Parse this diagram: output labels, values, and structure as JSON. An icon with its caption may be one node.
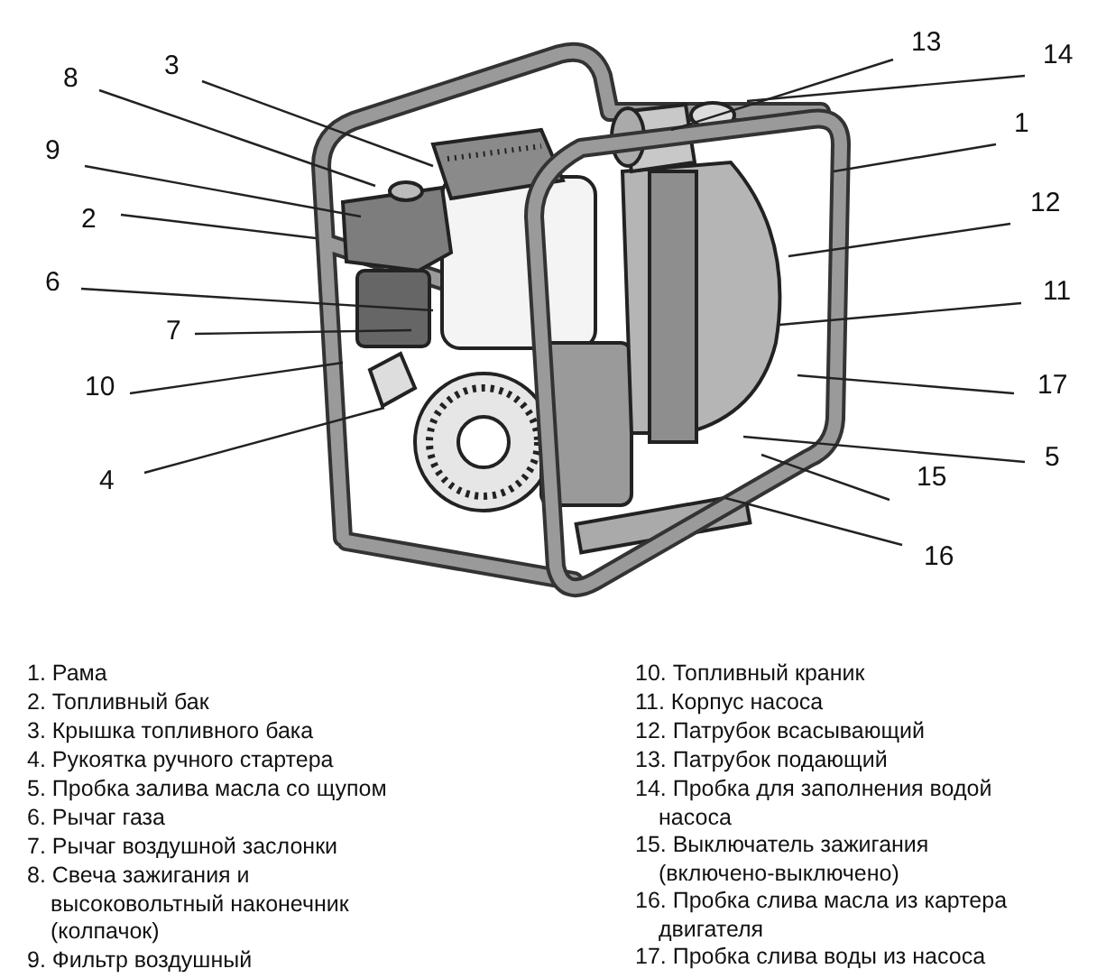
{
  "diagram": {
    "nodes": [
      {
        "text": [
          "13"
        ]
      },
      {
        "text": [
          "3"
        ]
      },
      {
        "text": [
          "14"
        ]
      },
      {
        "text": [
          "8"
        ]
      },
      {
        "text": [
          "1"
        ]
      },
      {
        "text": [
          "9"
        ]
      },
      {
        "text": [
          "12"
        ]
      },
      {
        "text": [
          "2"
        ]
      },
      {
        "text": [
          "6"
        ]
      },
      {
        "text": [
          "11"
        ]
      },
      {
        "text": [
          "7"
        ]
      },
      {
        "text": [
          "17"
        ]
      },
      {
        "text": [
          "10"
        ]
      },
      {
        "text": [
          "4"
        ]
      },
      {
        "text": [
          "5"
        ]
      },
      {
        "text": [
          "15"
        ]
      },
      {
        "text": [
          "16"
        ]
      }
    ],
    "edges": [
      {
        "from": 0,
        "to": null,
        "arrow": "none"
      },
      {
        "from": 1,
        "to": null,
        "arrow": "none"
      },
      {
        "from": 2,
        "to": null,
        "arrow": "none"
      },
      {
        "from": 3,
        "to": null,
        "arrow": "none"
      },
      {
        "from": 4,
        "to": null,
        "arrow": "none"
      },
      {
        "from": 5,
        "to": null,
        "arrow": "none"
      },
      {
        "from": 6,
        "to": null,
        "arrow": "none"
      },
      {
        "from": 7,
        "to": null,
        "arrow": "none"
      },
      {
        "from": 8,
        "to": null,
        "arrow": "none"
      },
      {
        "from": 9,
        "to": null,
        "arrow": "none"
      },
      {
        "from": 10,
        "to": null,
        "arrow": "none"
      },
      {
        "from": 11,
        "to": null,
        "arrow": "none"
      },
      {
        "from": 12,
        "to": null,
        "arrow": "none"
      },
      {
        "from": 13,
        "to": null,
        "arrow": "none"
      },
      {
        "from": 14,
        "to": null,
        "arrow": "none"
      },
      {
        "from": 15,
        "to": null,
        "arrow": "none"
      },
      {
        "from": 16,
        "to": null,
        "arrow": "none"
      }
    ],
    "labels": [
      "1. Рама",
      "2. Топливный бак",
      "3. Крышка топливного бака",
      "4. Рукоятка ручного стартера",
      "5. Пробка залива масла со щупом",
      "6. Рычаг газа",
      "7. Рычаг воздушной заслонки",
      "8. Свеча зажигания и высоковольтный наконечник (колпачок)",
      "9. Фильтр воздушный",
      "10. Топливный краник",
      "11. Корпус насоса",
      "12. Патрубок всасывающий",
      "13. Патрубок подающий",
      "14. Пробка для заполнения водой насоса",
      "15. Выключатель зажигания (включено-выключено)",
      "16. Пробка слива масла из картера двигателя",
      "17. Пробка слива воды из насоса"
    ]
  }
}
